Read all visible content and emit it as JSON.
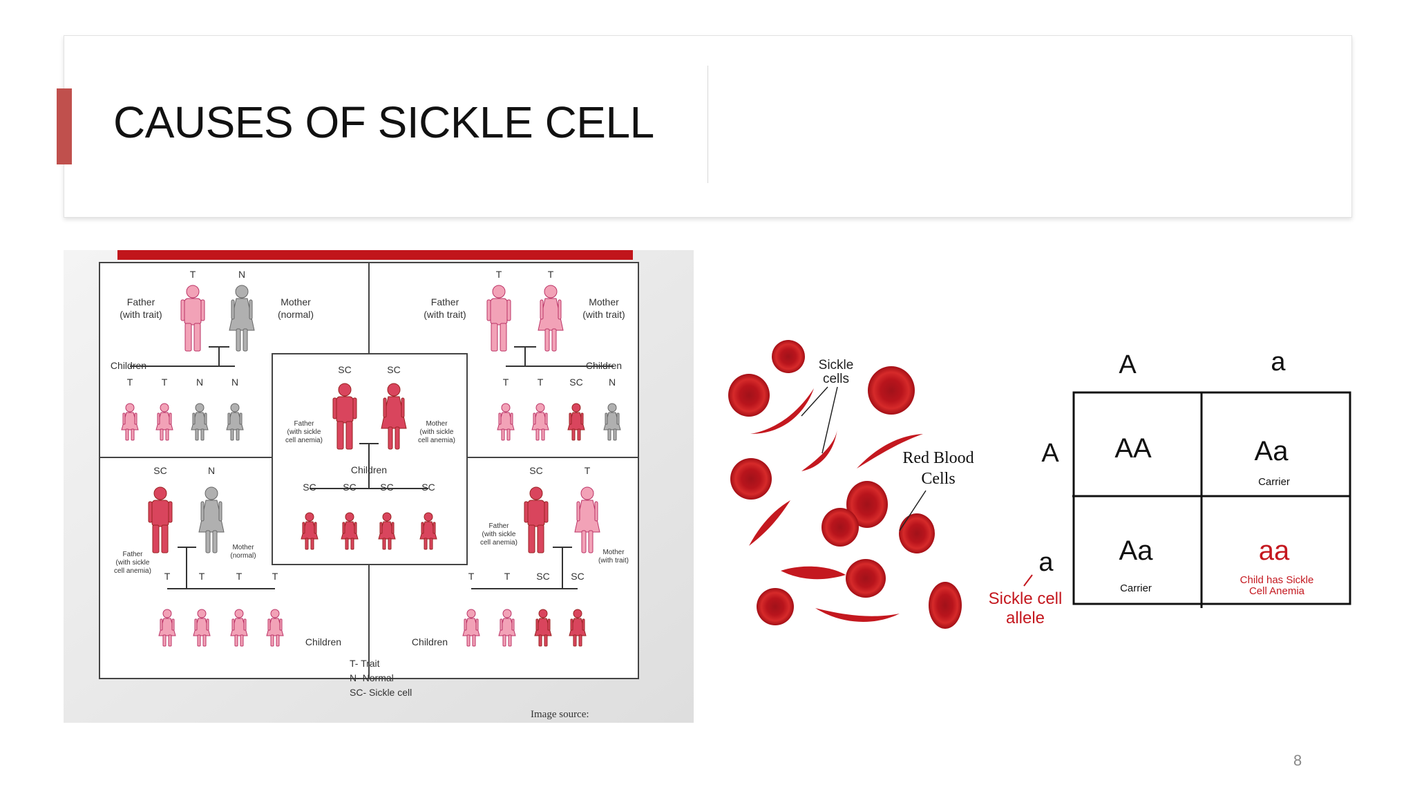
{
  "slide": {
    "title": "CAUSES OF SICKLE CELL",
    "page_number": "8"
  },
  "pedigree": {
    "tl": {
      "father_code": "T",
      "mother_code": "N",
      "father_label_1": "Father",
      "father_label_2": "(with trait)",
      "mother_label_1": "Mother",
      "mother_label_2": "(normal)",
      "children_label": "Children",
      "child_codes": [
        "T",
        "T",
        "N",
        "N"
      ]
    },
    "tr": {
      "father_code": "T",
      "mother_code": "T",
      "father_label_1": "Father",
      "father_label_2": "(with trait)",
      "mother_label_1": "Mother",
      "mother_label_2": "(with trait)",
      "children_label": "Children",
      "child_codes": [
        "T",
        "T",
        "SC",
        "N"
      ]
    },
    "center": {
      "father_code": "SC",
      "mother_code": "SC",
      "father_label": [
        "Father",
        "(with sickle",
        "cell anemia)"
      ],
      "mother_label": [
        "Mother",
        "(with sickle",
        "cell anemia)"
      ],
      "children_label": "Children",
      "child_codes": [
        "SC",
        "SC",
        "SC",
        "SC"
      ]
    },
    "bl": {
      "father_code": "SC",
      "mother_code": "N",
      "father_label": [
        "Father",
        "(with sickle",
        "cell anemia)"
      ],
      "mother_label": [
        "Mother",
        "(normal)"
      ],
      "children_label": "Children",
      "child_codes": [
        "T",
        "T",
        "T",
        "T"
      ]
    },
    "br": {
      "father_code": "SC",
      "mother_code": "T",
      "father_label": [
        "Father",
        "(with sickle",
        "cell anemia)"
      ],
      "mother_label": [
        "Mother",
        "(with trait)"
      ],
      "children_label": "Children",
      "child_codes": [
        "T",
        "T",
        "SC",
        "SC"
      ]
    },
    "legend": [
      "T- Trait",
      "N- Normal",
      "SC- Sickle cell"
    ],
    "source": "Image source: "
  },
  "cells_figure": {
    "sickle_label_1": "Sickle",
    "sickle_label_2": "cells",
    "rbc_label_1": "Red Blood",
    "rbc_label_2": "Cells"
  },
  "punnett": {
    "col_headers": [
      "A",
      "a"
    ],
    "row_headers": [
      "A",
      "a"
    ],
    "cells": [
      {
        "genotype": "AA",
        "note": ""
      },
      {
        "genotype": "Aa",
        "note": "Carrier"
      },
      {
        "genotype": "Aa",
        "note": "Carrier"
      },
      {
        "genotype": "aa",
        "note_1": "Child has Sickle",
        "note_2": "Cell Anemia"
      }
    ],
    "allele_label_1": "Sickle cell",
    "allele_label_2": "allele"
  },
  "colors": {
    "accent": "#c0504d",
    "pedigree_band": "#c1151b",
    "trait_pink": "#f2a2b7",
    "normal_gray": "#a9a9a9",
    "sickle_red": "#d9455d",
    "blood_red": "#c4181f"
  }
}
